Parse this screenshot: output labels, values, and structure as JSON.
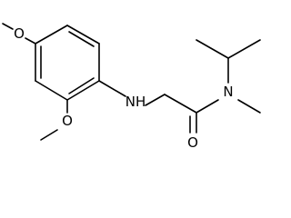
{
  "structure": {
    "atoms": {
      "o_top": "O",
      "o_bottom": "O",
      "nh": "NH",
      "n_amide": "N",
      "o_carbonyl": "O"
    }
  }
}
